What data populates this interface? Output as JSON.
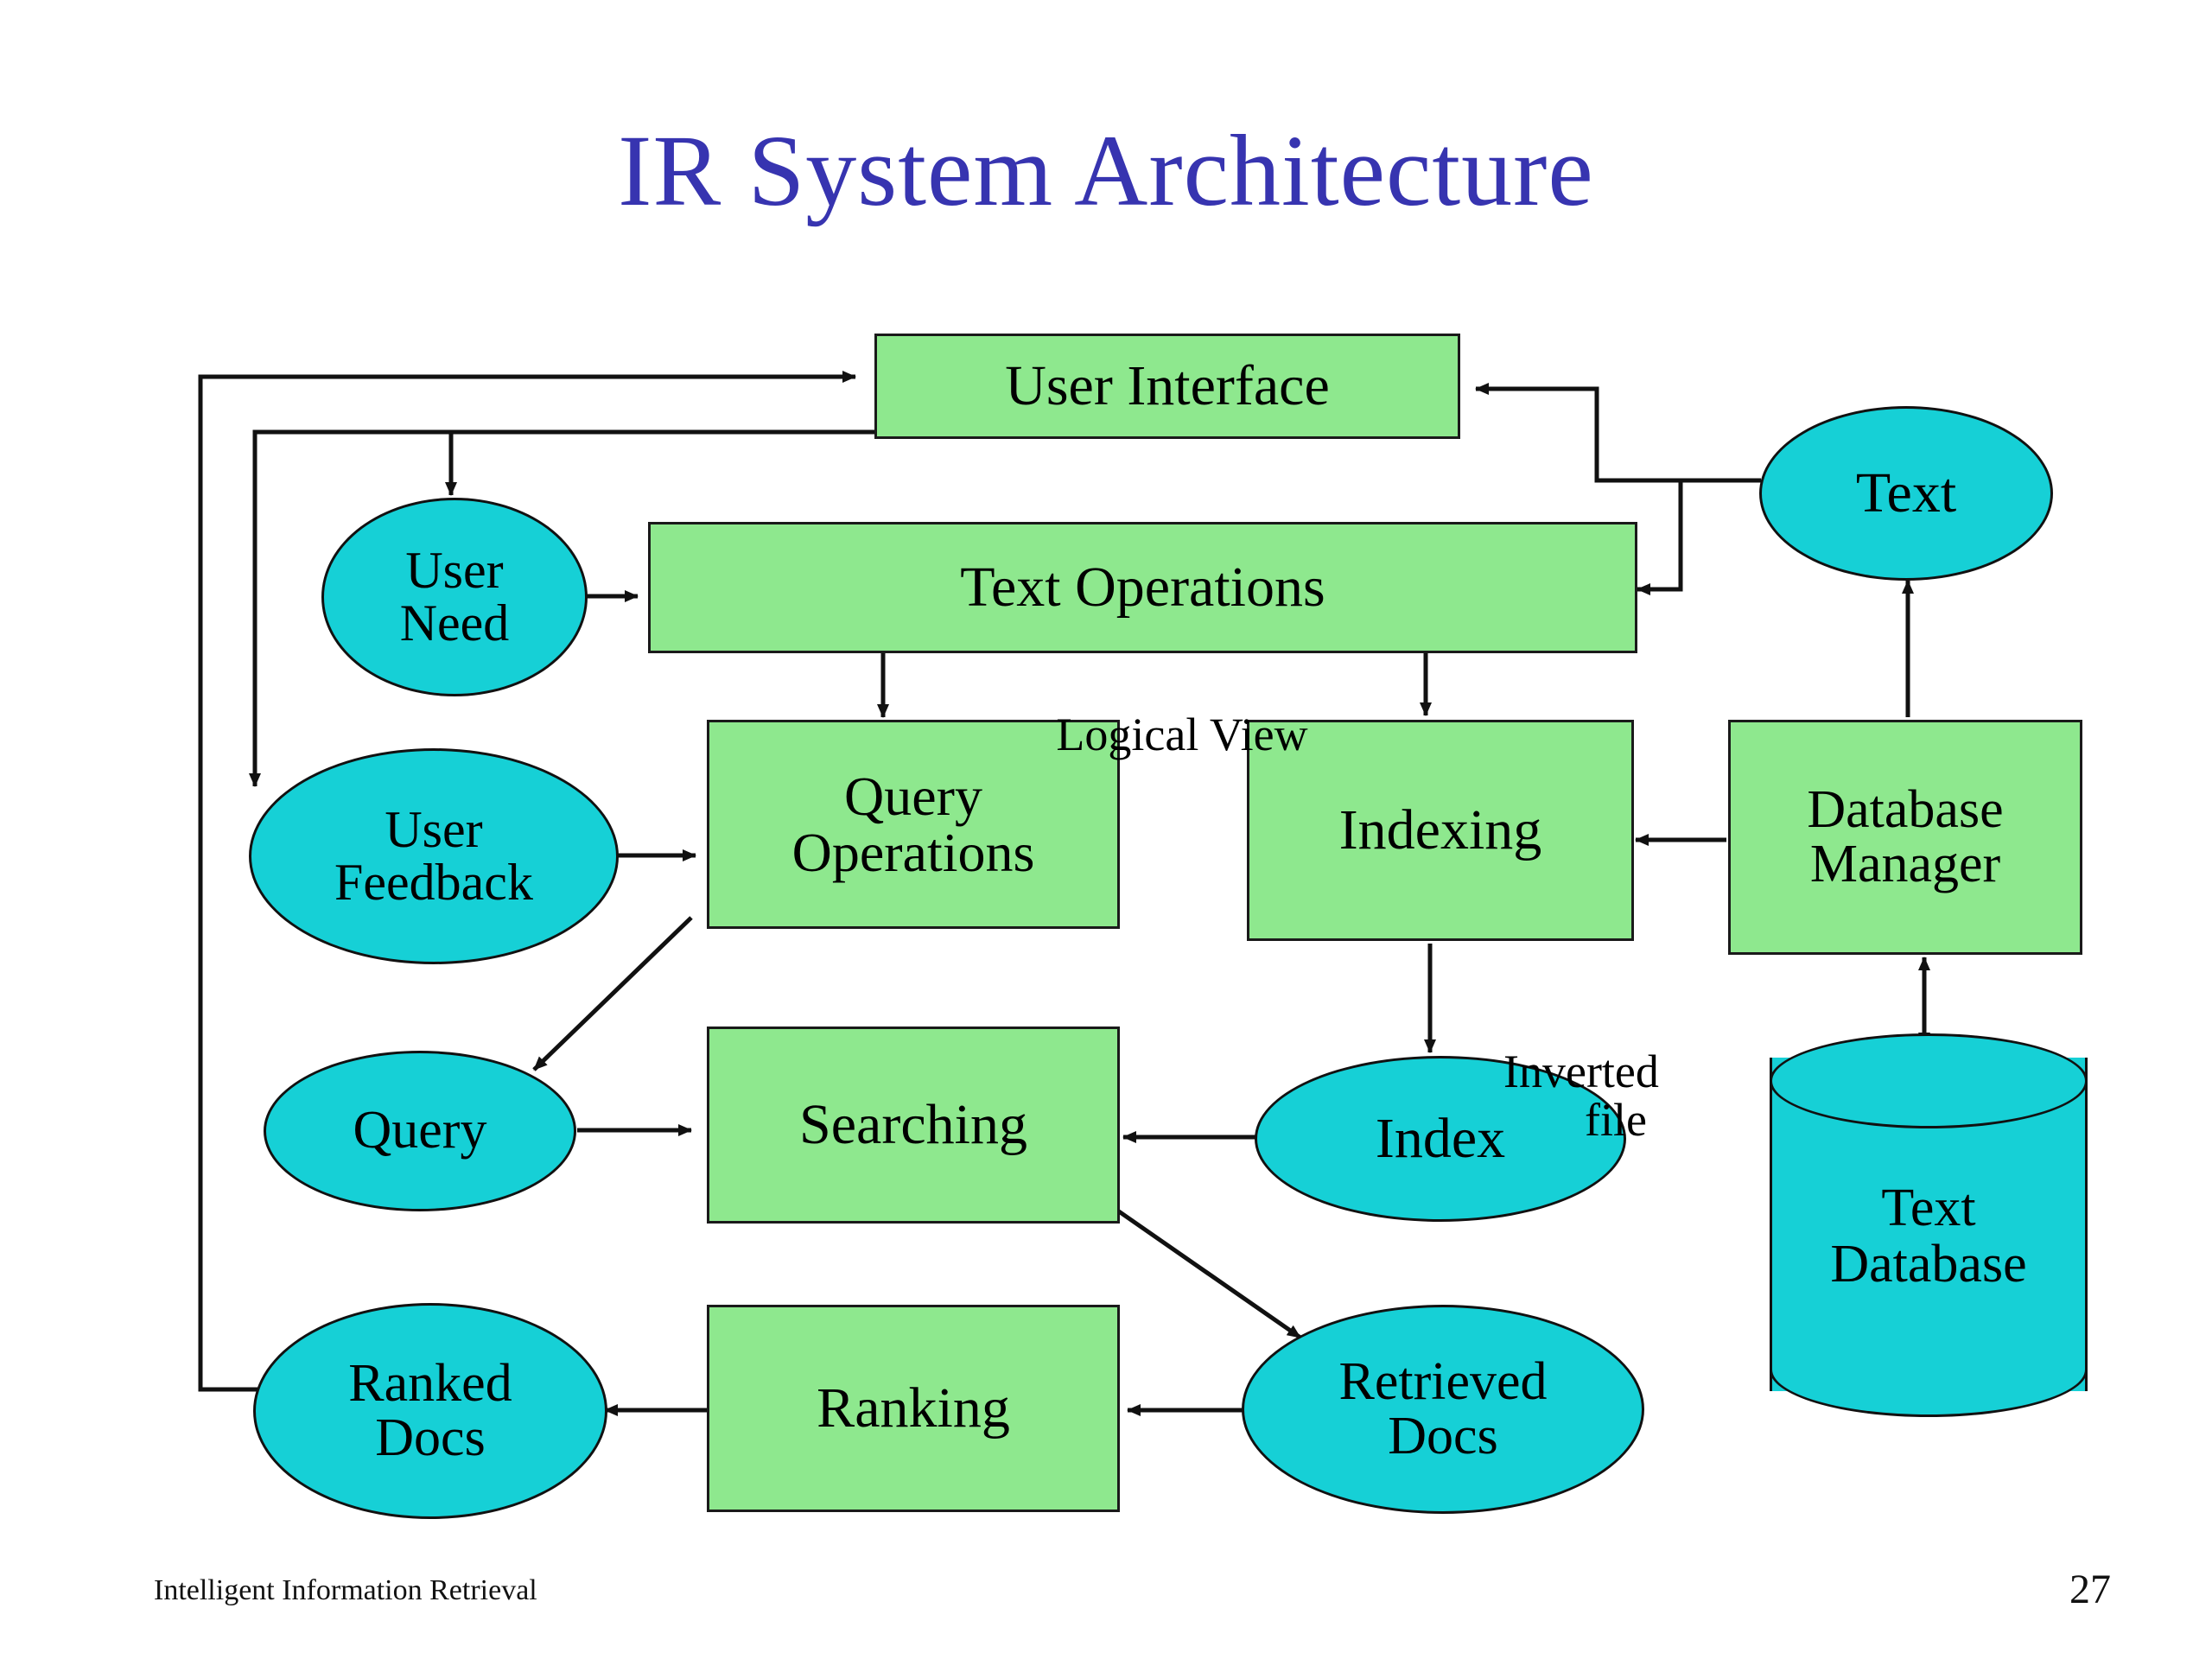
{
  "slide": {
    "title": "IR System Architecture",
    "footer_note": "Intelligent Information Retrieval",
    "page_number": "27",
    "colors": {
      "title": "#3734b0",
      "process_box": "#8EE88E",
      "data_ellipse": "#16D0D6",
      "outline": "#111111",
      "background": "#FFFFFF"
    }
  },
  "nodes": {
    "user_interface": "User Interface",
    "text_operations": "Text Operations",
    "query_operations_line1": "Query",
    "query_operations_line2": "Operations",
    "indexing": "Indexing",
    "database_manager_line1": "Database",
    "database_manager_line2": "Manager",
    "searching": "Searching",
    "ranking": "Ranking",
    "user_need_line1": "User",
    "user_need_line2": "Need",
    "user_feedback_line1": "User",
    "user_feedback_line2": "Feedback",
    "query": "Query",
    "ranked_docs_line1": "Ranked",
    "ranked_docs_line2": "Docs",
    "text": "Text",
    "index": "Index",
    "retrieved_docs_line1": "Retrieved",
    "retrieved_docs_line2": "Docs",
    "text_database_line1": "Text",
    "text_database_line2": "Database"
  },
  "edge_labels": {
    "logical_view": "Logical View",
    "inverted_file_line1": "Inverted",
    "inverted_file_line2": "file"
  },
  "chart_data": {
    "type": "diagram",
    "title": "IR System Architecture",
    "node_list": [
      {
        "id": "user_interface",
        "label": "User Interface",
        "shape": "rectangle",
        "fill": "#8EE88E"
      },
      {
        "id": "user_need",
        "label": "User Need",
        "shape": "ellipse",
        "fill": "#16D0D6"
      },
      {
        "id": "text_operations",
        "label": "Text Operations",
        "shape": "rectangle",
        "fill": "#8EE88E"
      },
      {
        "id": "user_feedback",
        "label": "User Feedback",
        "shape": "ellipse",
        "fill": "#16D0D6"
      },
      {
        "id": "query_operations",
        "label": "Query Operations",
        "shape": "rectangle",
        "fill": "#8EE88E"
      },
      {
        "id": "indexing",
        "label": "Indexing",
        "shape": "rectangle",
        "fill": "#8EE88E"
      },
      {
        "id": "database_manager",
        "label": "Database Manager",
        "shape": "rectangle",
        "fill": "#8EE88E"
      },
      {
        "id": "text",
        "label": "Text",
        "shape": "ellipse",
        "fill": "#16D0D6"
      },
      {
        "id": "query",
        "label": "Query",
        "shape": "ellipse",
        "fill": "#16D0D6"
      },
      {
        "id": "searching",
        "label": "Searching",
        "shape": "rectangle",
        "fill": "#8EE88E"
      },
      {
        "id": "index",
        "label": "Index",
        "shape": "ellipse",
        "fill": "#16D0D6"
      },
      {
        "id": "text_database",
        "label": "Text Database",
        "shape": "cylinder",
        "fill": "#16D0D6"
      },
      {
        "id": "ranked_docs",
        "label": "Ranked Docs",
        "shape": "ellipse",
        "fill": "#16D0D6"
      },
      {
        "id": "ranking",
        "label": "Ranking",
        "shape": "rectangle",
        "fill": "#8EE88E"
      },
      {
        "id": "retrieved_docs",
        "label": "Retrieved Docs",
        "shape": "ellipse",
        "fill": "#16D0D6"
      }
    ],
    "edges": [
      {
        "from": "user_interface",
        "to": "user_need",
        "label": ""
      },
      {
        "from": "user_need",
        "to": "text_operations",
        "label": ""
      },
      {
        "from": "text_operations",
        "to": "query_operations",
        "label": "Logical View"
      },
      {
        "from": "text_operations",
        "to": "indexing",
        "label": "Logical View"
      },
      {
        "from": "user_feedback",
        "to": "query_operations",
        "label": ""
      },
      {
        "from": "query_operations",
        "to": "query",
        "label": ""
      },
      {
        "from": "query",
        "to": "searching",
        "label": ""
      },
      {
        "from": "indexing",
        "to": "index",
        "label": "Inverted file"
      },
      {
        "from": "index",
        "to": "searching",
        "label": ""
      },
      {
        "from": "searching",
        "to": "retrieved_docs",
        "label": ""
      },
      {
        "from": "retrieved_docs",
        "to": "ranking",
        "label": ""
      },
      {
        "from": "ranking",
        "to": "ranked_docs",
        "label": ""
      },
      {
        "from": "ranked_docs",
        "to": "user_interface",
        "label": ""
      },
      {
        "from": "user_interface",
        "to": "user_feedback",
        "label": ""
      },
      {
        "from": "database_manager",
        "to": "indexing",
        "label": ""
      },
      {
        "from": "database_manager",
        "to": "text",
        "label": ""
      },
      {
        "from": "text",
        "to": "user_interface",
        "label": ""
      },
      {
        "from": "text",
        "to": "text_operations",
        "label": ""
      },
      {
        "from": "text_database",
        "to": "database_manager",
        "label": "",
        "bidirectional": true
      }
    ]
  }
}
